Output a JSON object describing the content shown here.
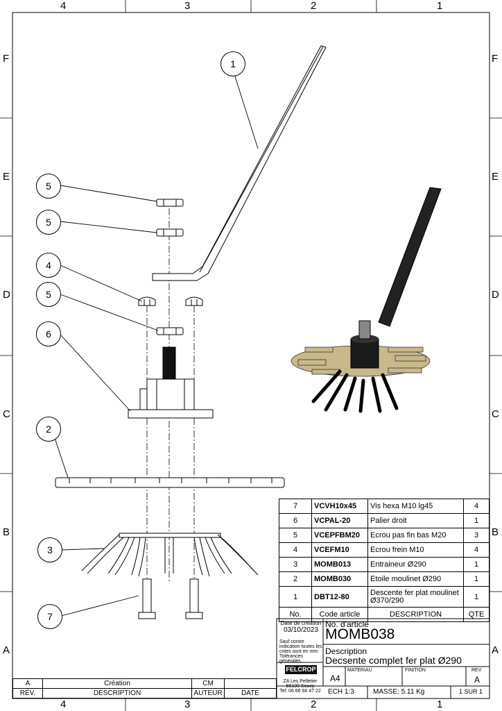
{
  "zones": {
    "columns": [
      "4",
      "3",
      "2",
      "1"
    ],
    "rows": [
      "F",
      "E",
      "D",
      "C",
      "B",
      "A"
    ]
  },
  "balloons": [
    "1",
    "5",
    "5",
    "4",
    "5",
    "6",
    "2",
    "3",
    "7"
  ],
  "bom": {
    "rows": [
      {
        "no": "7",
        "code": "VCVH10x45",
        "desc": "Vis hexa M10 lg45",
        "qte": "4"
      },
      {
        "no": "6",
        "code": "VCPAL-20",
        "desc": "Palier droit",
        "qte": "1"
      },
      {
        "no": "5",
        "code": "VCEPFBM20",
        "desc": "Ecrou pas fin bas M20",
        "qte": "3"
      },
      {
        "no": "4",
        "code": "VCEFM10",
        "desc": "Ecrou frein M10",
        "qte": "4"
      },
      {
        "no": "3",
        "code": "MOMB013",
        "desc": "Entraineur Ø290",
        "qte": "1"
      },
      {
        "no": "2",
        "code": "MOMB030",
        "desc": "Etoile moulinet Ø290",
        "qte": "1"
      },
      {
        "no": "1",
        "code": "DBT12-80",
        "desc": "Descente fer plat moulinet Ø370/290",
        "qte": "1"
      }
    ],
    "header": {
      "no": "No.",
      "code": "Code article",
      "desc": "DESCRIPTION",
      "qte": "QTE"
    }
  },
  "title_block": {
    "date_label": "Date de création",
    "date_value": "03/10/2023",
    "note": "Sauf contre indication toutes les cotes sont en mm Tolérances générales",
    "article_label": "No. d'article",
    "article_value": "MOMB038",
    "description_label": "Description",
    "description_value": "Decsente complet fer plat Ø290",
    "logo": "FELCROP",
    "address1": "ZA Les Pelletier",
    "address2": "89100 Soucy",
    "phone": "Tel: 06 86 66 47 22",
    "format": "A4",
    "materiau_label": "MATERIAU",
    "finition_label": "FINITION",
    "rev_label": "REV",
    "rev_value": "A",
    "scale": "ECH 1:3",
    "mass": "MASSE:  5.11 Kg",
    "sheet": "1 SUR 1"
  },
  "revision_table": {
    "row1": [
      "A",
      "Création",
      "CM",
      ""
    ],
    "row2": [
      "RÉV.",
      "DESCRIPTION",
      "AUTEUR",
      "DATE"
    ]
  },
  "colors": {
    "line": "#000000",
    "part_dark": "#1a1a1a",
    "part_tan": "#c8b88a"
  }
}
